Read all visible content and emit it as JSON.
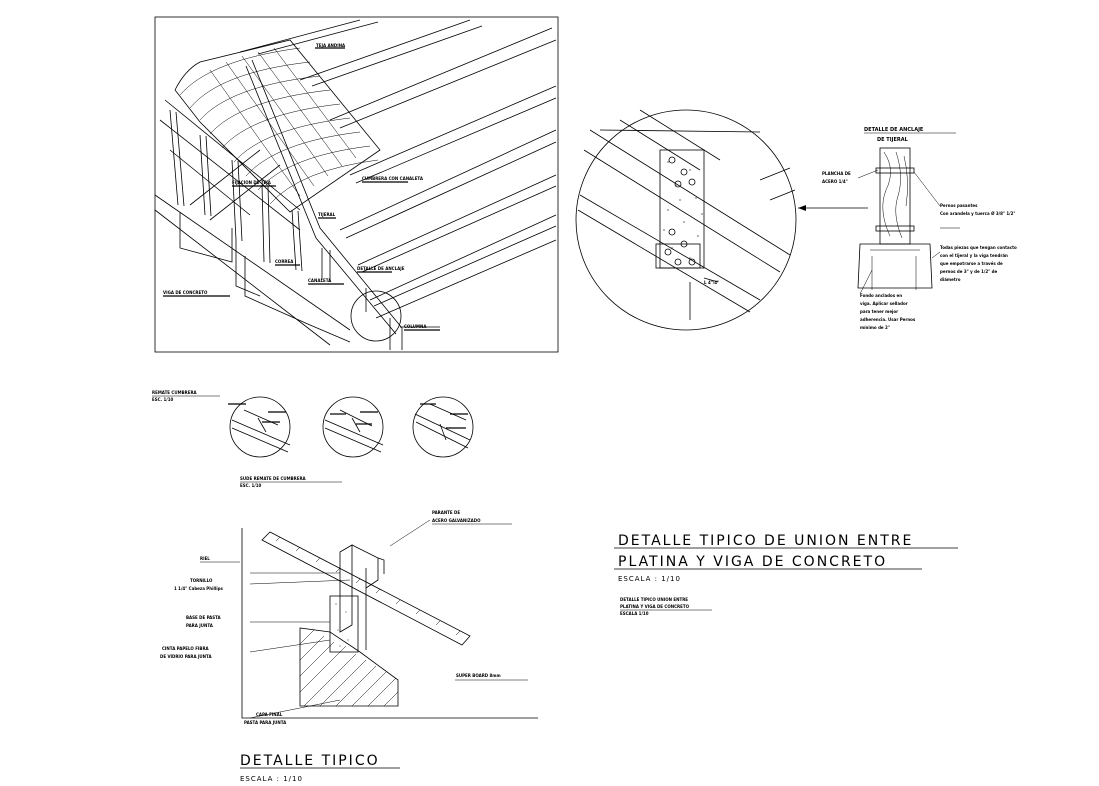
{
  "roof_view": {
    "labels": [
      "TEJA ANDINA",
      "CUMBRERA CON CANALETA",
      "FIJACION DE TEJA",
      "TIJERAL",
      "CORREA",
      "CANALETA",
      "VIGA DE CONCRETO",
      "DETALLE DE ANCLAJE",
      "COLUMNA"
    ]
  },
  "anchor_detail": {
    "title_line1": "DETALLE DE ANCLAJE",
    "title_line2": "DE TIJERAL",
    "plancha_label_1": "PLANCHA DE",
    "plancha_label_2": "ACERO 1/4\"",
    "pernos_1": "Pernos pasantes",
    "pernos_2": "Con arandela y tuerca  Ø 3/8\" 1/2\"",
    "tmp_1": "Todas piezas que tengan contacto",
    "tmp_2": "con el tijeral y la viga tendrán",
    "tmp_3": "que empotrarse a través de",
    "tmp_4": "pernos de 3\" y de 1/2\" de",
    "tmp_5": "diámetro",
    "fondo_1": "Fondo anclados en",
    "fondo_2": "viga. Aplicar sellador",
    "fondo_3": "para tener mejor",
    "fondo_4": "adherencia. Usar Pernos",
    "fondo_5": "mínimo de 2\"",
    "small_label": "L 4\"/4\""
  },
  "ridge": {
    "title": "REMATE CUMBRERA",
    "scale": "ESC. 1/10",
    "title2": "SUDE REMATE DE CUMBRERA",
    "scale2": "ESC. 1/10"
  },
  "parapet": {
    "label_parante_1": "PARANTE DE",
    "label_parante_2": "ACERO GALVANIZADO",
    "label_riel": "RIEL",
    "label_tornillo_1": "TORNILLO",
    "label_tornillo_2": "1 1/4\" Cabeza Phillips",
    "label_base_1": "BASE DE PASTA",
    "label_base_2": "PARA JUNTA",
    "label_cinta_1": "CINTA PAPELO FIBRA",
    "label_cinta_2": "DE VIDRIO PARA JUNTA",
    "label_super": "SUPER BOARD 8mm",
    "label_capa_1": "CAPA FINAL",
    "label_capa_2": "PASTA PARA JUNTA",
    "title": "DETALLE  TIPICO",
    "scale": "ESCALA  :  1/10"
  },
  "union": {
    "title_line1": "DETALLE  TIPICO  DE  UNION  ENTRE",
    "title_line2": "PLATINA  Y  VIGA  DE  CONCRETO",
    "scale": "ESCALA  :  1/10",
    "sub_line1": "DETALLE TIPICO UNION ENTRE",
    "sub_line2": "PLATINA Y VIGA DE CONCRETO",
    "sub_scale": "ESCALA 1/10"
  }
}
